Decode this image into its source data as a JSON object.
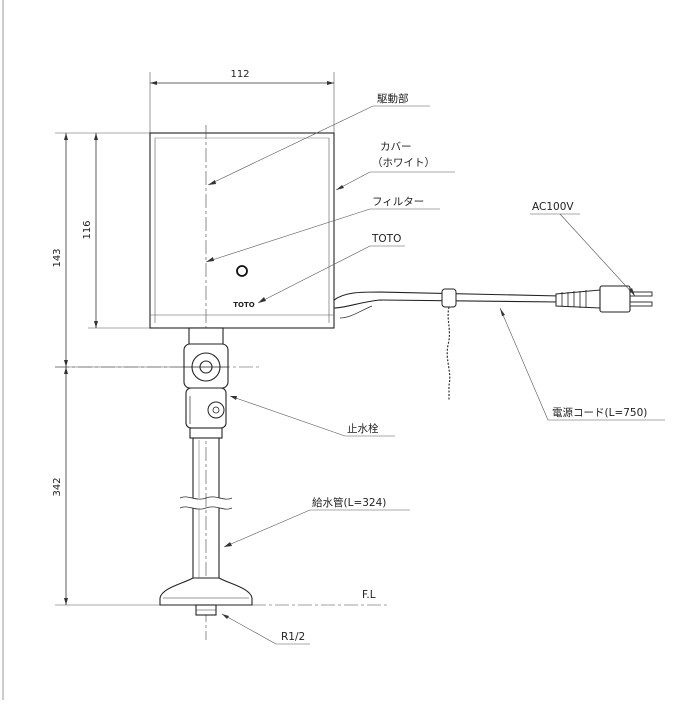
{
  "dimensions": {
    "width_top": "112",
    "height_total_upper": "143",
    "height_cover": "116",
    "height_lower": "342"
  },
  "labels": {
    "drive_unit": "駆動部",
    "cover_line1": "カバー",
    "cover_line2": "（ホワイト）",
    "filter": "フィルター",
    "brand_callout": "TOTO",
    "ac_plug": "AC100V",
    "power_cord": "電源コード(L=750)",
    "stop_valve": "止水栓",
    "supply_pipe": "給水管(L=324)",
    "floor_line": "F.L",
    "thread": "R1/2"
  },
  "logo_text": "TOTO"
}
